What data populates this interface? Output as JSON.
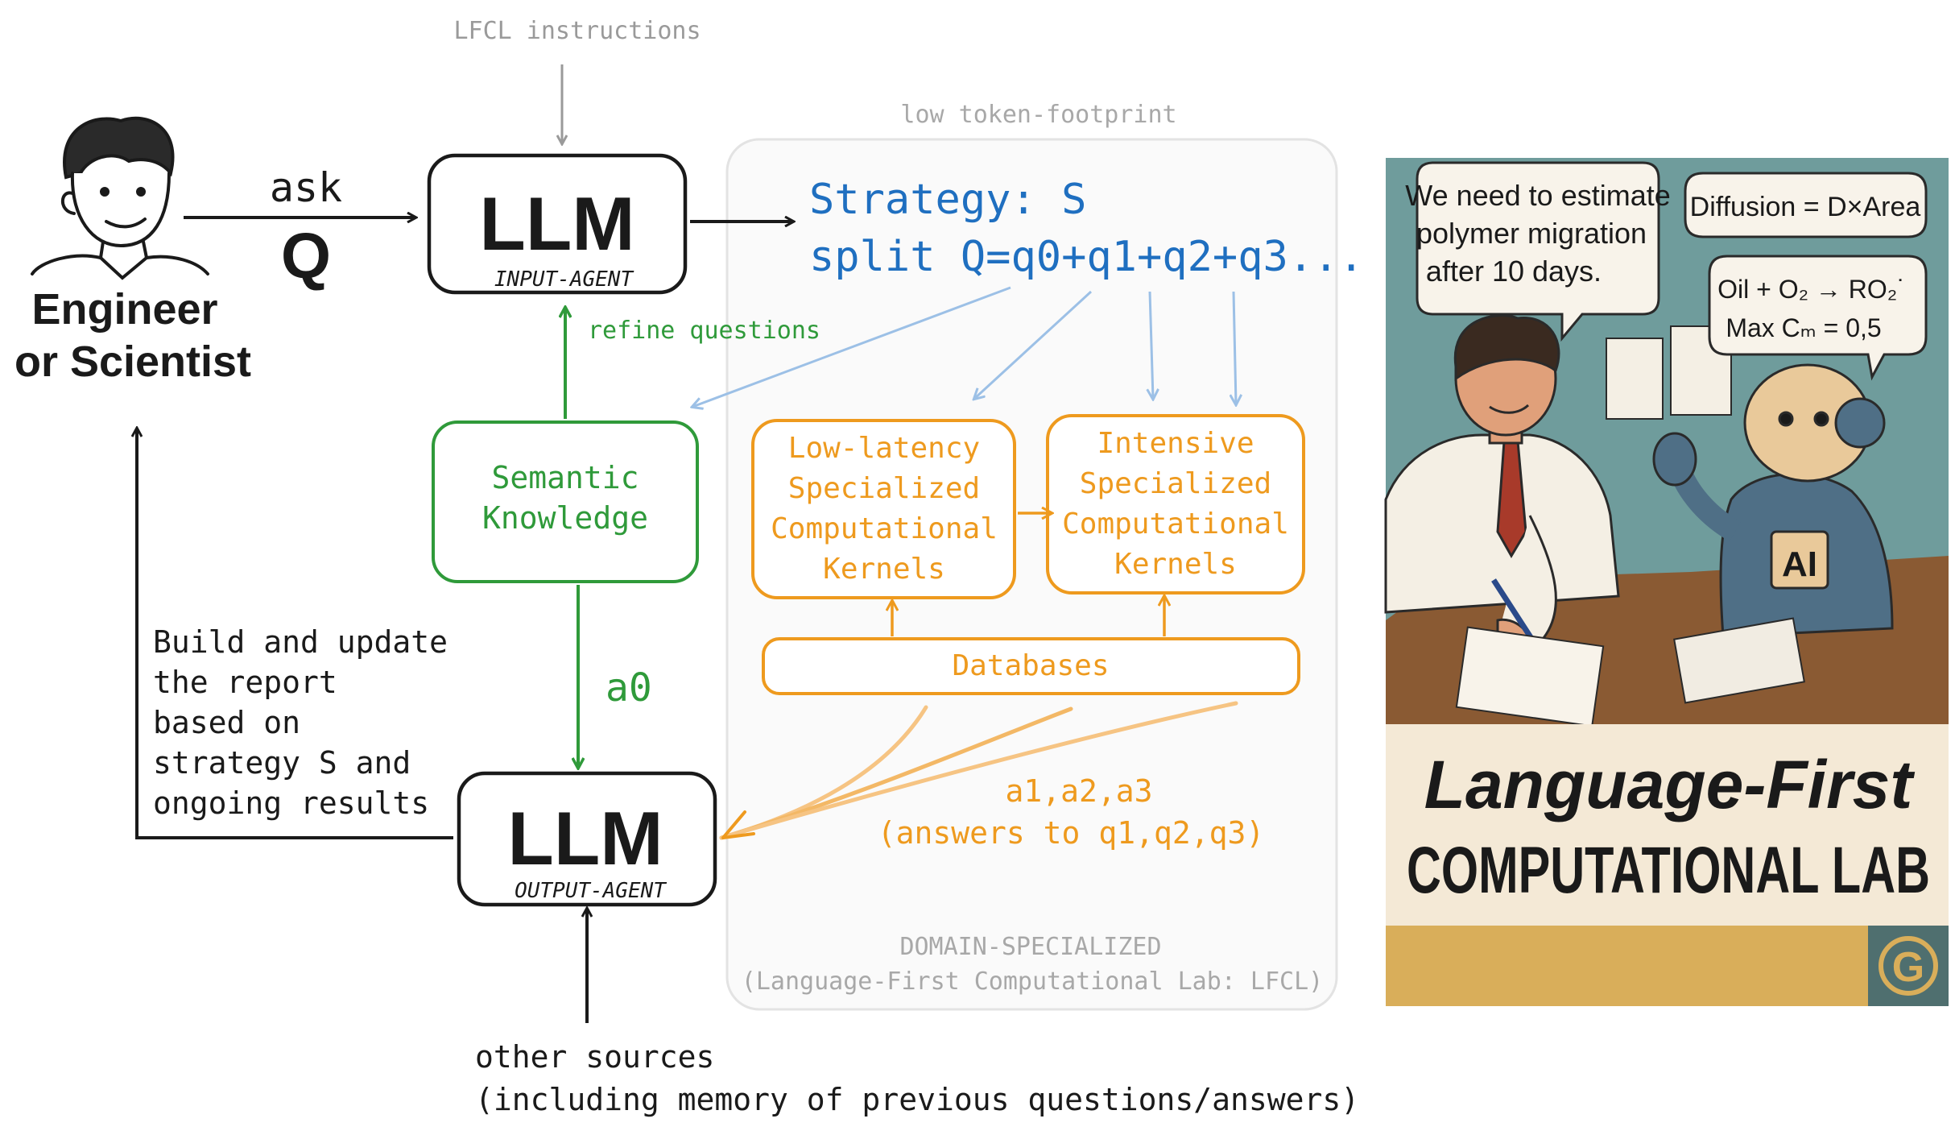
{
  "top_instructions": "LFCL instructions",
  "low_token_label": "low token-footprint",
  "user": {
    "label_line1": "Engineer",
    "label_line2": "or Scientist"
  },
  "ask": {
    "word": "ask",
    "symbol": "Q"
  },
  "input_agent": {
    "title": "LLM",
    "subtitle": "INPUT-AGENT"
  },
  "output_agent": {
    "title": "LLM",
    "subtitle": "OUTPUT-AGENT"
  },
  "strategy": {
    "line1": "Strategy: S",
    "line2": "split Q=q0+q1+q2+q3..."
  },
  "refine_label": "refine questions",
  "semantic": {
    "line1": "Semantic",
    "line2": "Knowledge"
  },
  "a0_label": "a0",
  "report_text": [
    "Build and update",
    "the report",
    "based on",
    "strategy S and",
    "ongoing results"
  ],
  "low_latency": [
    "Low-latency",
    "Specialized",
    "Computational",
    "Kernels"
  ],
  "intensive": [
    "Intensive",
    "Specialized",
    "Computational",
    "Kernels"
  ],
  "databases_label": "Databases",
  "answers": {
    "line1": "a1,a2,a3",
    "line2": "(answers to q1,q2,q3)"
  },
  "domain": {
    "line1": "DOMAIN-SPECIALIZED",
    "line2": "(Language-First Computational Lab: LFCL)"
  },
  "other_sources": {
    "line1": "other sources",
    "line2": "(including memory of previous questions/answers)"
  },
  "poster": {
    "bubble_left": [
      "We need to estimate",
      "polymer migration",
      "after 10 days."
    ],
    "bubble_right_top": "Diffusion = D×Area",
    "bubble_right_line1": "Oil + O₂ → RO₂˙",
    "bubble_right_line2": "Max Cₘ = 0,5",
    "robot_badge": "AI",
    "title_script": "Language-First",
    "title_block": "COMPUTATIONAL LAB",
    "logo_letter": "G"
  },
  "colors": {
    "ink": "#1a1a1a",
    "blue": "#1f6fc0",
    "light_blue": "#9cc0e6",
    "green": "#2f9a3a",
    "orange": "#ee9a1e",
    "gray": "#9a9a9a",
    "poster_bg": "#6f9c9c",
    "poster_cream": "#f4e9d6",
    "poster_gold": "#d9ae5a"
  }
}
